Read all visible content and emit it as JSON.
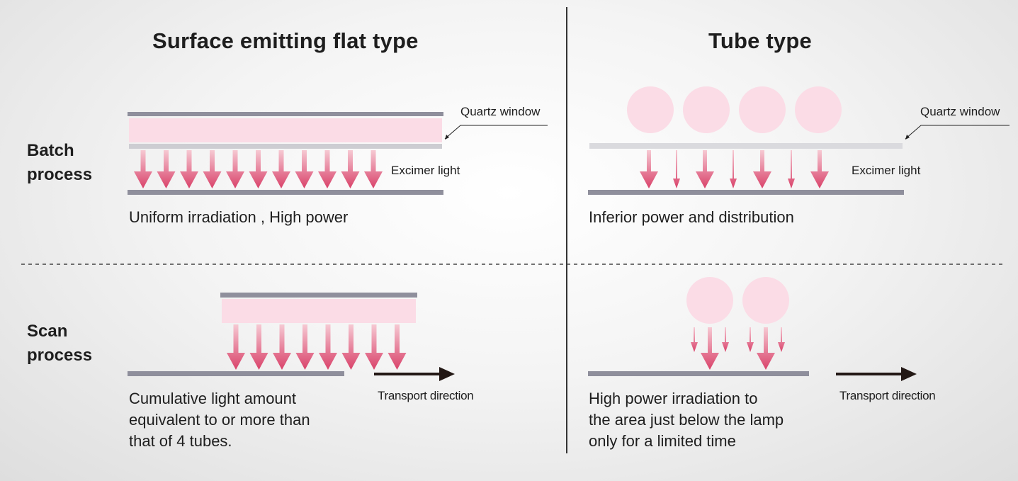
{
  "columns": {
    "flat": {
      "title": "Surface emitting flat type"
    },
    "tube": {
      "title": "Tube type"
    }
  },
  "rows": {
    "batch": {
      "title": "Batch\nprocess"
    },
    "scan": {
      "title": "Scan\nprocess"
    }
  },
  "labels": {
    "quartz_window": "Quartz window",
    "excimer_light": "Excimer light",
    "transport_direction": "Transport direction"
  },
  "captions": {
    "flat_batch": "Uniform irradiation , High power",
    "tube_batch": "Inferior power and distribution",
    "flat_scan": "Cumulative light amount\nequivalent to or more than\nthat of 4 tubes.",
    "tube_scan": "High power irradiation to\nthe area just below the lamp\nonly for a limited time"
  },
  "colors": {
    "lamp_fill": "#fbdce6",
    "plate": "#8f8f9c",
    "quartz": "#cdcdd2",
    "arrow_top": "#f6c9d3",
    "arrow_bottom": "#d9426a",
    "transport_arrow": "#231815",
    "divider": "#333333"
  }
}
